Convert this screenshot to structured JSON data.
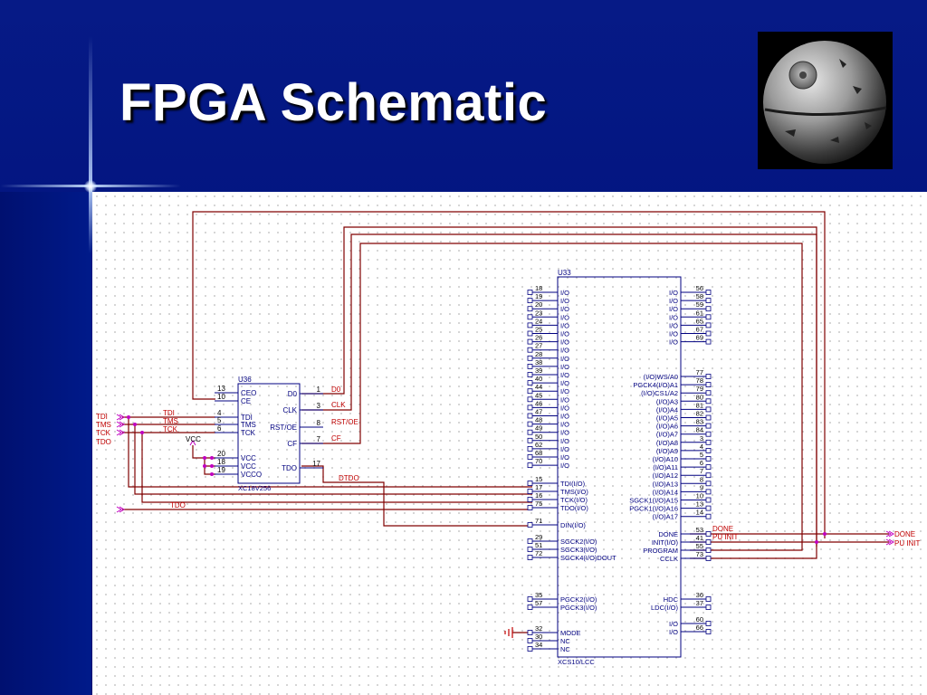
{
  "slide": {
    "title": "FPGA Schematic",
    "colors": {
      "background": "#00127a",
      "title": "#ffffff",
      "wire": "#800000",
      "label": "#c00000",
      "component": "#000080",
      "connector": "#c000c0"
    }
  },
  "logo": {
    "icon": "death-star-icon"
  },
  "schematic": {
    "prom": {
      "ref": "U36",
      "part": "XC18V256",
      "left_pins": [
        {
          "num": "13",
          "name": "CEO"
        },
        {
          "num": "10",
          "name": "CE"
        },
        {
          "num": "4",
          "name": "TDI"
        },
        {
          "num": "5",
          "name": "TMS"
        },
        {
          "num": "6",
          "name": "TCK"
        },
        {
          "num": "20",
          "name": "VCC"
        },
        {
          "num": "18",
          "name": "VCC"
        },
        {
          "num": "19",
          "name": "VCCO"
        }
      ],
      "right_pins": [
        {
          "num": "1",
          "name": "D0"
        },
        {
          "num": "3",
          "name": "CLK"
        },
        {
          "num": "8",
          "name": "RST/OE"
        },
        {
          "num": "7",
          "name": "CF"
        },
        {
          "num": "17",
          "name": "TDO"
        }
      ]
    },
    "fpga": {
      "ref": "U33",
      "part": "XCS10/LCC",
      "left_pins": [
        {
          "num": "18",
          "name": "I/O"
        },
        {
          "num": "19",
          "name": "I/O"
        },
        {
          "num": "20",
          "name": "I/O"
        },
        {
          "num": "23",
          "name": "I/O"
        },
        {
          "num": "24",
          "name": "I/O"
        },
        {
          "num": "25",
          "name": "I/O"
        },
        {
          "num": "26",
          "name": "I/O"
        },
        {
          "num": "27",
          "name": "I/O"
        },
        {
          "num": "28",
          "name": "I/O"
        },
        {
          "num": "38",
          "name": "I/O"
        },
        {
          "num": "39",
          "name": "I/O"
        },
        {
          "num": "40",
          "name": "I/O"
        },
        {
          "num": "44",
          "name": "I/O"
        },
        {
          "num": "45",
          "name": "I/O"
        },
        {
          "num": "46",
          "name": "I/O"
        },
        {
          "num": "47",
          "name": "I/O"
        },
        {
          "num": "48",
          "name": "I/O"
        },
        {
          "num": "49",
          "name": "I/O"
        },
        {
          "num": "50",
          "name": "I/O"
        },
        {
          "num": "62",
          "name": "I/O"
        },
        {
          "num": "68",
          "name": "I/O"
        },
        {
          "num": "70",
          "name": "I/O"
        },
        {
          "num": "15",
          "name": "TDI(I/O)"
        },
        {
          "num": "17",
          "name": "TMS(I/O)"
        },
        {
          "num": "16",
          "name": "TCK(I/O)"
        },
        {
          "num": "75",
          "name": "TDO(I/O)"
        },
        {
          "num": "71",
          "name": "DIN(I/O)"
        },
        {
          "num": "29",
          "name": "SGCK2(I/O)"
        },
        {
          "num": "51",
          "name": "SGCK3(I/O)"
        },
        {
          "num": "72",
          "name": "SGCK4(I/O)DOUT"
        },
        {
          "num": "35",
          "name": "PGCK2(I/O)"
        },
        {
          "num": "57",
          "name": "PGCK3(I/O)"
        },
        {
          "num": "32",
          "name": "MODE"
        },
        {
          "num": "30",
          "name": "NC"
        },
        {
          "num": "34",
          "name": "NC"
        }
      ],
      "right_pins": [
        {
          "num": "56",
          "name": "I/O"
        },
        {
          "num": "58",
          "name": "I/O"
        },
        {
          "num": "59",
          "name": "I/O"
        },
        {
          "num": "61",
          "name": "I/O"
        },
        {
          "num": "65",
          "name": "I/O"
        },
        {
          "num": "67",
          "name": "I/O"
        },
        {
          "num": "69",
          "name": "I/O"
        },
        {
          "num": "77",
          "name": "(I/O)WS/A0"
        },
        {
          "num": "78",
          "name": "PGCK4(I/O)A1"
        },
        {
          "num": "79",
          "name": "(I/O)CS1/A2"
        },
        {
          "num": "80",
          "name": "(I/O)A3"
        },
        {
          "num": "81",
          "name": "(I/O)A4"
        },
        {
          "num": "82",
          "name": "(I/O)A5"
        },
        {
          "num": "83",
          "name": "(I/O)A6"
        },
        {
          "num": "84",
          "name": "(I/O)A7"
        },
        {
          "num": "3",
          "name": "(I/O)A8"
        },
        {
          "num": "4",
          "name": "(I/O)A9"
        },
        {
          "num": "5",
          "name": "(I/O)A10"
        },
        {
          "num": "6",
          "name": "(I/O)A11"
        },
        {
          "num": "7",
          "name": "(I/O)A12"
        },
        {
          "num": "8",
          "name": "(I/O)A13"
        },
        {
          "num": "9",
          "name": "(I/O)A14"
        },
        {
          "num": "10",
          "name": "SGCK1(I/O)A15"
        },
        {
          "num": "13",
          "name": "PGCK1(I/O)A16"
        },
        {
          "num": "14",
          "name": "(I/O)A17"
        },
        {
          "num": "53",
          "name": "DONE"
        },
        {
          "num": "41",
          "name": "INIT(I/O)"
        },
        {
          "num": "55",
          "name": "PROGRAM"
        },
        {
          "num": "73",
          "name": "CCLK"
        },
        {
          "num": "36",
          "name": "HDC"
        },
        {
          "num": "37",
          "name": "LDC(I/O)"
        },
        {
          "num": "60",
          "name": "I/O"
        },
        {
          "num": "66",
          "name": "I/O"
        }
      ]
    },
    "nets": {
      "tdi": "TDI",
      "tms": "TMS",
      "tck": "TCK",
      "tdo": "TDO",
      "vcc": "VCC",
      "d0": "D0",
      "clk": "CLK",
      "rst_oe": "RST/OE",
      "cf": "CF",
      "dtdo": "DTDO",
      "done": "DONE",
      "pu_init": "PU INIT"
    }
  }
}
